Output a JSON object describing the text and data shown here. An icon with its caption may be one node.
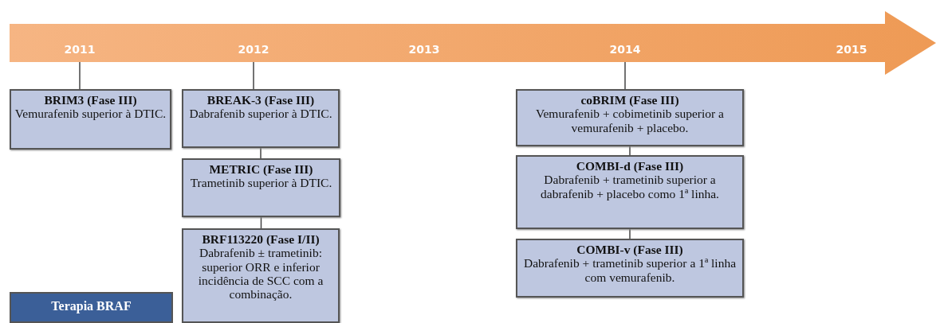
{
  "diagram": {
    "nodes": [
      {
        "text": [
          "2011"
        ]
      },
      {
        "text": [
          "2012"
        ]
      },
      {
        "text": [
          "2013"
        ]
      },
      {
        "text": [
          "2014"
        ]
      },
      {
        "text": [
          "2015"
        ]
      },
      {
        "text": [
          "BRIM3 (Fase III)",
          "Vemurafenib superior à DTIC."
        ]
      },
      {
        "text": [
          "BREAK-3 (Fase III)",
          "Dabrafenib superior à DTIC."
        ]
      },
      {
        "text": [
          "METRIC (Fase III)",
          "Trametinib superior à DTIC."
        ]
      },
      {
        "text": [
          "BRF113220 (Fase I/II)",
          "Dabrafenib ± trametinib: superior ORR e inferior incidência de SCC com a combinação."
        ]
      },
      {
        "text": [
          "coBRIM (Fase III)",
          "Vemurafenib + cobimetinib superior a vemurafenib + placebo."
        ]
      },
      {
        "text": [
          "COMBI-d (Fase III)",
          "Dabrafenib + trametinib superior a dabrafenib + placebo como 1ª linha."
        ]
      },
      {
        "text": [
          "COMBI-v (Fase III)",
          "Dabrafenib + trametinib superior a 1ª linha com vemurafenib."
        ]
      },
      {
        "text": [
          "Terapia BRAF"
        ]
      }
    ],
    "edges": [
      {
        "from": 0,
        "to": 5,
        "arrow": "none"
      },
      {
        "from": 1,
        "to": 6,
        "arrow": "none"
      },
      {
        "from": 6,
        "to": 7,
        "arrow": "none"
      },
      {
        "from": 7,
        "to": 8,
        "arrow": "none"
      },
      {
        "from": 3,
        "to": 9,
        "arrow": "none"
      },
      {
        "from": 9,
        "to": 10,
        "arrow": "none"
      },
      {
        "from": 10,
        "to": 11,
        "arrow": "none"
      }
    ]
  }
}
